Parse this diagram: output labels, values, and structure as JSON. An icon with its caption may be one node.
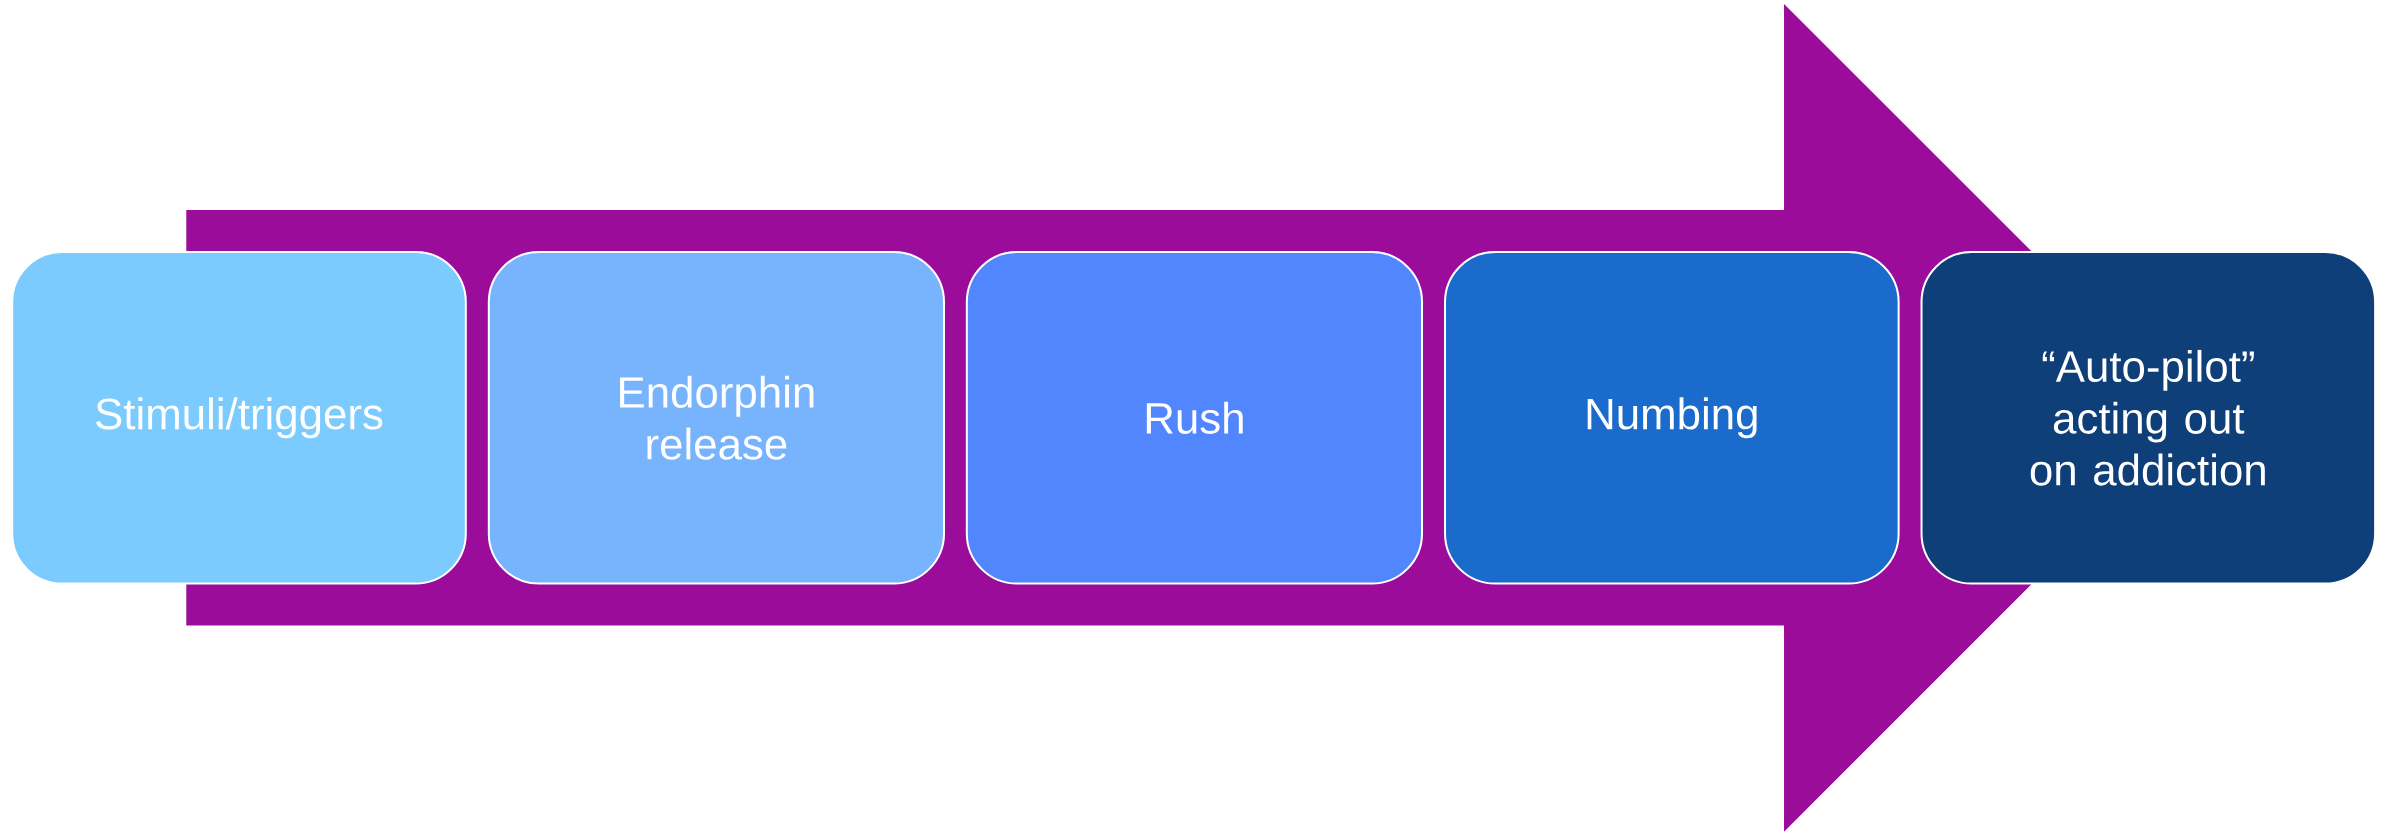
{
  "diagram": {
    "nodes": [
      {
        "text": [
          "Stimuli/triggers"
        ]
      },
      {
        "text": [
          "Endorphin release"
        ]
      },
      {
        "text": [
          "Rush"
        ]
      },
      {
        "text": [
          "Numbing"
        ]
      },
      {
        "text": [
          "“Auto-pilot” acting out on addiction"
        ]
      }
    ],
    "edges": [
      {
        "from": 0,
        "to": 4,
        "arrow": "to"
      }
    ]
  }
}
